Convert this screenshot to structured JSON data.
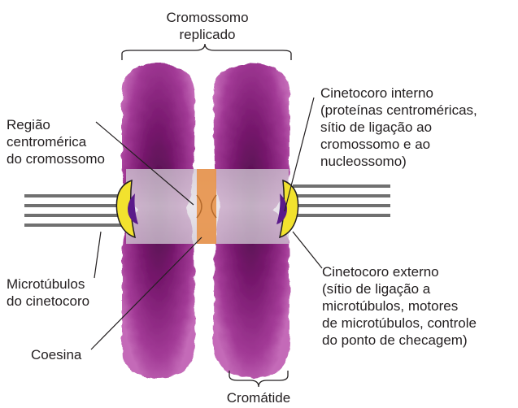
{
  "labels": {
    "replicated_chromosome": [
      "Cromossomo",
      "replicado"
    ],
    "centromeric_region": [
      "Região",
      "centromérica",
      "do cromossomo"
    ],
    "kinetochore_microtubules": [
      "Microtúbulos",
      "do cinetocoro"
    ],
    "cohesin": [
      "Coesina"
    ],
    "inner_kinetochore": [
      "Cinetocoro interno",
      "(proteínas centroméricas,",
      "sítio de ligação ao",
      "cromossomo e ao",
      "nucleossomo)"
    ],
    "outer_kinetochore": [
      "Cinetocoro externo",
      "(sítio de ligação a",
      "microtúbulos, motores",
      "de microtúbulos, controle",
      "do ponto de checagem)"
    ],
    "chromatid": [
      "Cromátide"
    ]
  },
  "colors": {
    "chromatid_purple": "#8a1f7e",
    "chromatid_dark": "#4a0a45",
    "chromatid_light": "#c46bb8",
    "centromere_band": "#d9d3db",
    "cohesin_orange": "#e8944a",
    "inner_kinetochore": "#5a1a8a",
    "outer_kinetochore": "#f2e22e",
    "microtubule": "#707070",
    "text": "#231f20"
  }
}
